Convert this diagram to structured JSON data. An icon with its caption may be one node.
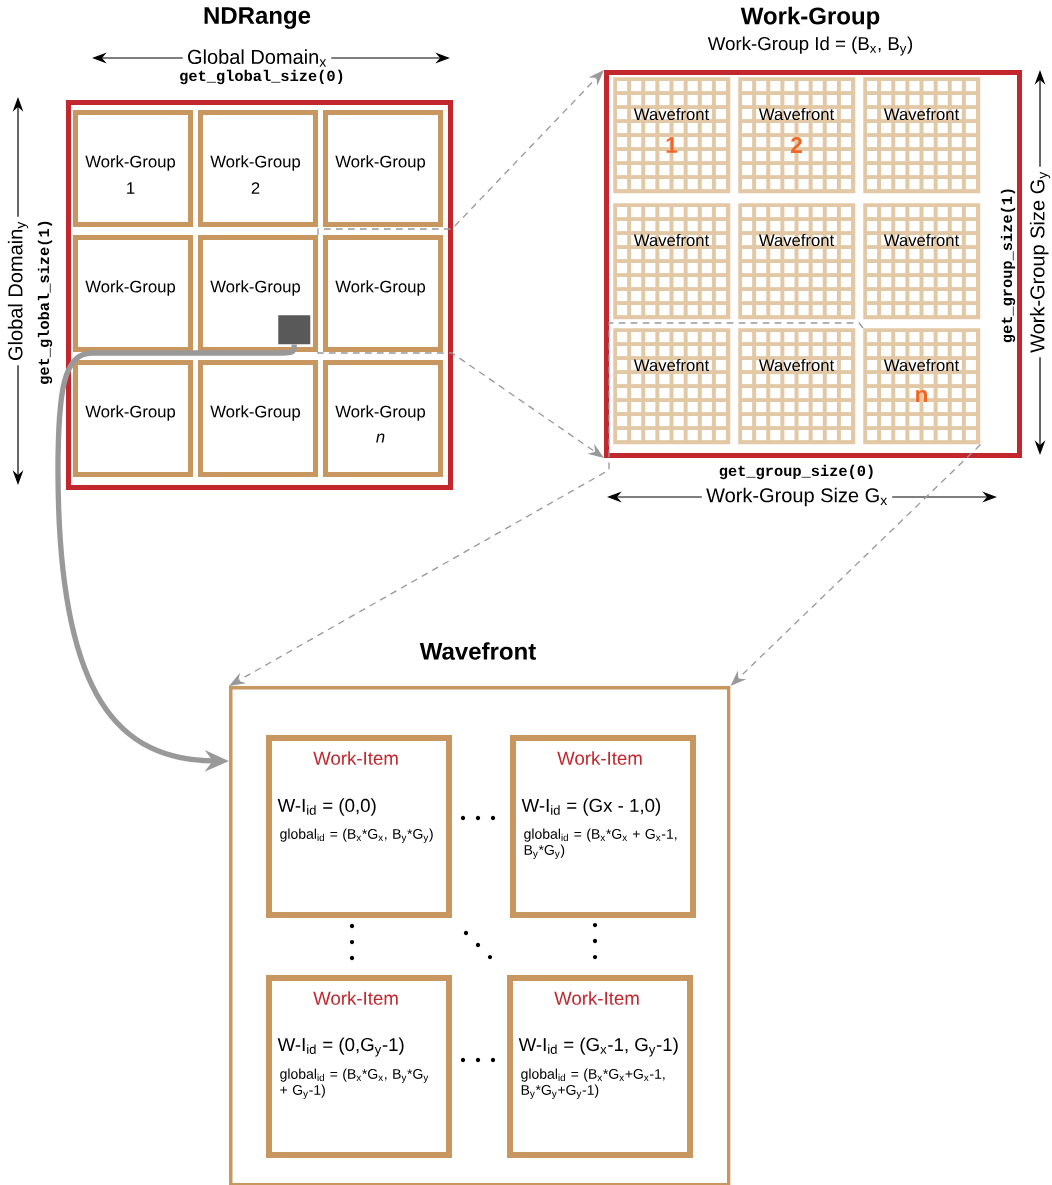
{
  "diagram": {
    "nodes": [
      {
        "text": [
          "NDRange"
        ]
      },
      {
        "text": [
          "Work-Group",
          "1"
        ],
        "in": 0
      },
      {
        "text": [
          "Work-Group",
          "2"
        ],
        "in": 0
      },
      {
        "text": [
          "Work-Group"
        ],
        "in": 0
      },
      {
        "text": [
          "Work-Group"
        ],
        "in": 0
      },
      {
        "text": [
          "Work-Group"
        ],
        "in": 0
      },
      {
        "text": [
          "Work-Group"
        ],
        "in": 0
      },
      {
        "text": [
          "Work-Group"
        ],
        "in": 0
      },
      {
        "text": [
          "Work-Group"
        ],
        "in": 0
      },
      {
        "text": [
          "Work-Group",
          "n"
        ],
        "in": 0
      },
      {
        "text": [],
        "shape": "box",
        "in": 5
      },
      {
        "text": [
          "Work-Group",
          "Work-Group Id = (B$_{x}$, B$_{y}$)"
        ]
      },
      {
        "text": [
          "Wavefront",
          "1"
        ],
        "in": 11
      },
      {
        "text": [
          "Wavefront",
          "2"
        ],
        "in": 11
      },
      {
        "text": [
          "Wavefront"
        ],
        "in": 11
      },
      {
        "text": [
          "Wavefront"
        ],
        "in": 11
      },
      {
        "text": [
          "Wavefront"
        ],
        "in": 11
      },
      {
        "text": [
          "Wavefront"
        ],
        "in": 11
      },
      {
        "text": [
          "Wavefront"
        ],
        "in": 11
      },
      {
        "text": [
          "Wavefront"
        ],
        "in": 11
      },
      {
        "text": [
          "Wavefront",
          "n"
        ],
        "in": 11
      },
      {
        "text": [
          "Wavefront"
        ]
      },
      {
        "text": [
          "Work-Item",
          "W-I$_{id}$ = (0,0)",
          "global$_{id}$ = (B$_{x}$*G$_{x}$, B$_{y}$*G$_{y}$)"
        ],
        "in": 21
      },
      {
        "text": [
          "Work-Item",
          "W-I$_{id}$ = (Gx - 1,0)",
          "global$_{id}$ = (B$_{x}$*G$_{x}$ + G$_{x}$-1, B$_{y}$*G$_{y}$)"
        ],
        "in": 21
      },
      {
        "text": [
          "Work-Item",
          "W-I$_{id}$ = (0,G$_{y}$-1)",
          "global$_{id}$ = (B$_{x}$*G$_{x}$, B$_{y}$*G$_{y}$ + G$_{y}$-1)"
        ],
        "in": 21
      },
      {
        "text": [
          "Work-Item",
          "W-I$_{id}$ = (G$_{x}$-1, G$_{y}$-1)",
          "global$_{id}$ = (B$_{x}$*G$_{x}$+G$_{x}$-1, B$_{y}$*G$_{y}$+G$_{y}$-1)"
        ],
        "in": 21
      }
    ],
    "edges": [
      {
        "from": 5,
        "to": 11,
        "arrow": "to",
        "style": "dashed"
      },
      {
        "from": 5,
        "to": 11,
        "arrow": "to",
        "style": "dashed"
      },
      {
        "from": 20,
        "to": 21,
        "arrow": "to",
        "style": "dashed"
      },
      {
        "from": 20,
        "to": 21,
        "arrow": "to",
        "style": "dashed"
      },
      {
        "from": 10,
        "to": 21,
        "arrow": "to",
        "style": "thick"
      }
    ],
    "labels": [
      "Global Domain$_{x}$",
      "get_global_size(0)",
      "Global Domain$_{y}$",
      "get_global_size(1)",
      "get_group_size(1)",
      "Work-Group Size G$_{y}$",
      "get_group_size(0)",
      "Work-Group Size G$_{x}$"
    ]
  }
}
